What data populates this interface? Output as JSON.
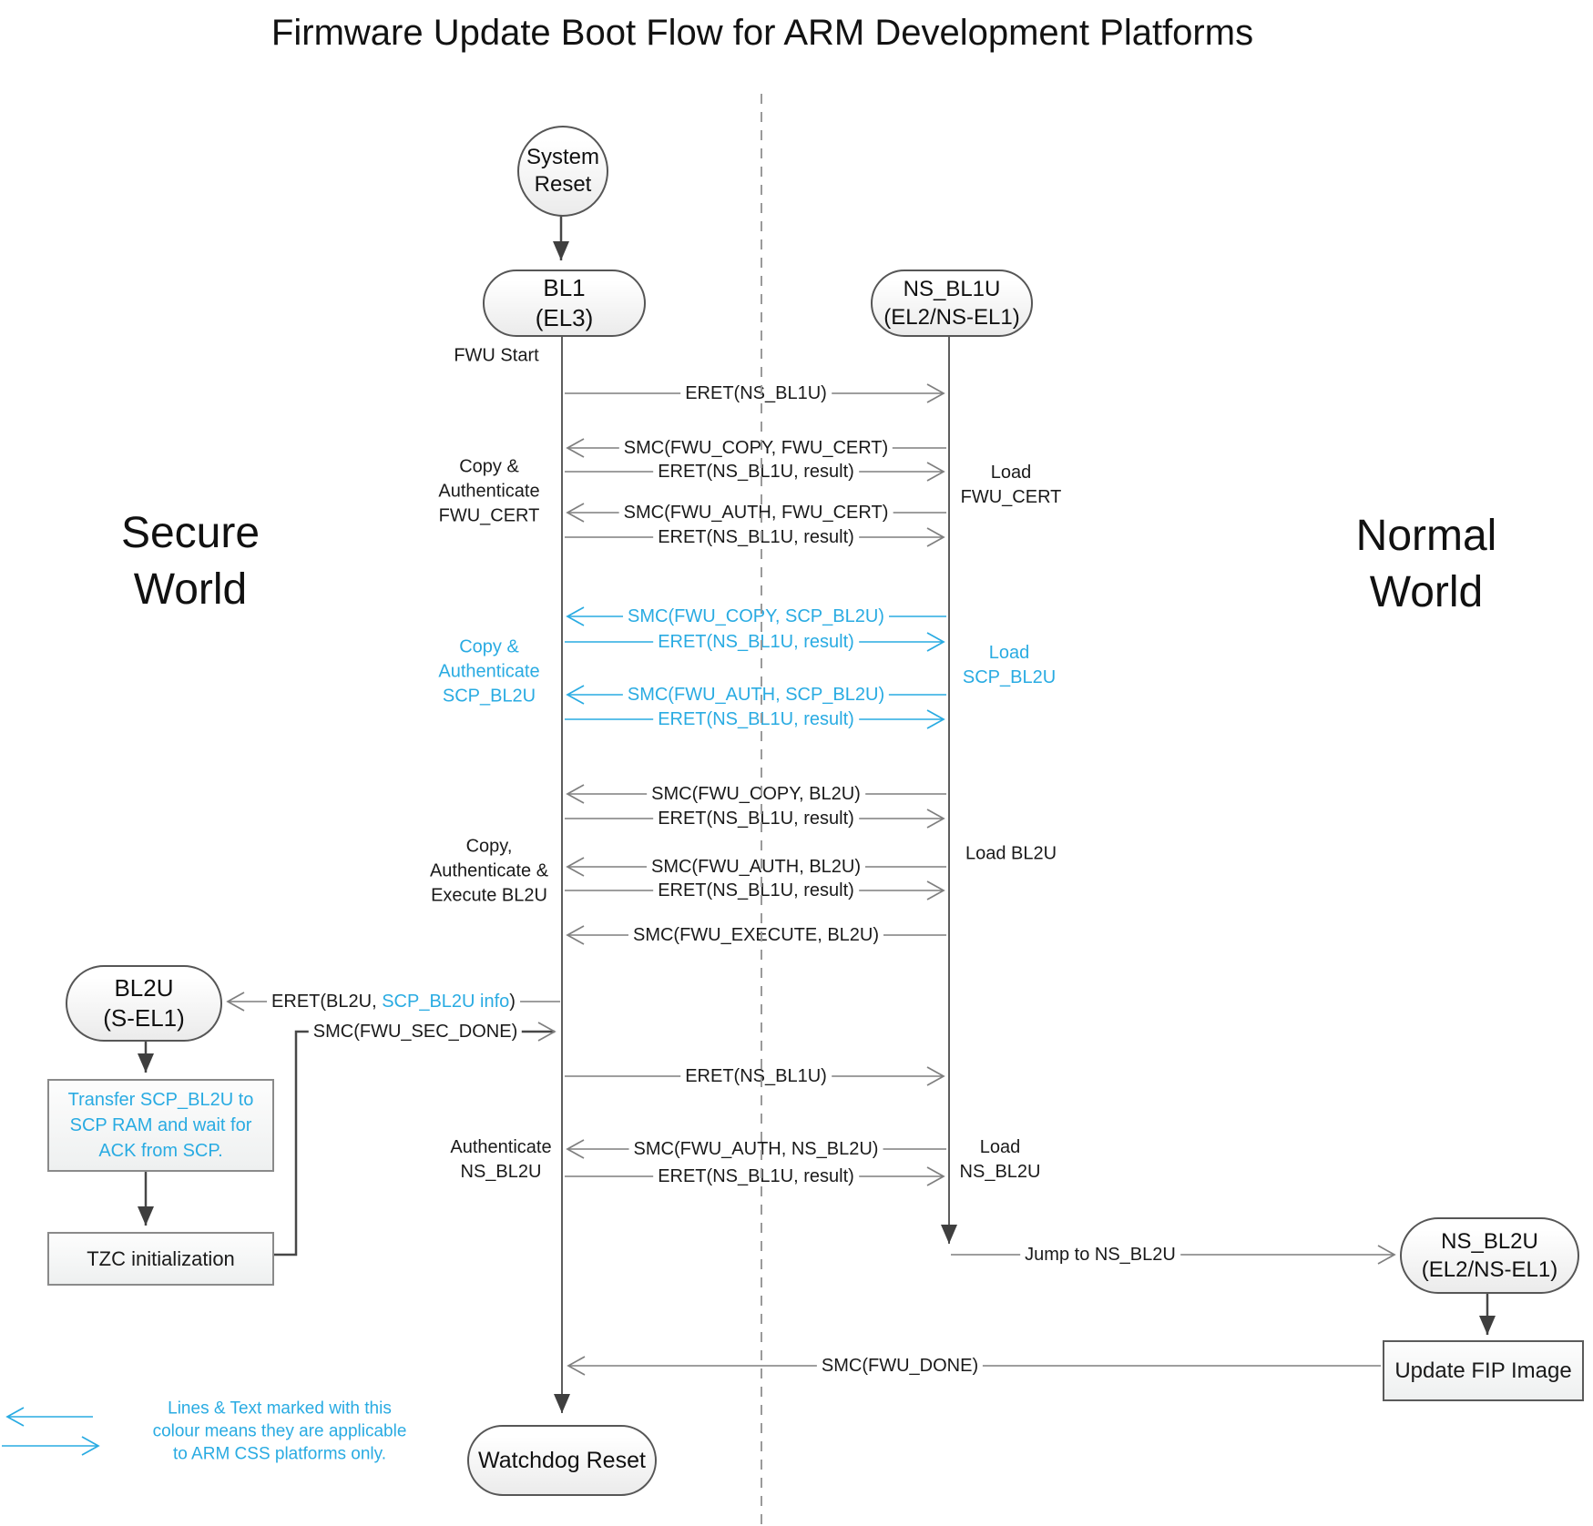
{
  "title": "Firmware Update Boot Flow for ARM Development Platforms",
  "colors": {
    "accent_blue": "#29abe2",
    "line_gray": "#7f7f7f",
    "flow_dark": "#3f3f3f"
  },
  "worlds": {
    "secure": [
      "Secure",
      "World"
    ],
    "normal": [
      "Normal",
      "World"
    ]
  },
  "nodes": {
    "system_reset": [
      "System",
      "Reset"
    ],
    "bl1": [
      "BL1",
      "(EL3)"
    ],
    "ns_bl1u": [
      "NS_BL1U",
      "(EL2/NS-EL1)"
    ],
    "bl2u": [
      "BL2U",
      "(S-EL1)"
    ],
    "ns_bl2u": [
      "NS_BL2U",
      "(EL2/NS-EL1)"
    ],
    "watchdog_reset": "Watchdog Reset",
    "transfer_scp_bl2u": [
      "Transfer SCP_BL2U to",
      "SCP RAM and wait for",
      "ACK from SCP."
    ],
    "tzc_init": "TZC initialization",
    "update_fip": "Update FIP Image"
  },
  "side_labels": {
    "fwu_start": "FWU Start",
    "copy_auth_fwu_cert": [
      "Copy &",
      "Authenticate",
      "FWU_CERT"
    ],
    "copy_auth_scp_bl2u": [
      "Copy &",
      "Authenticate",
      "SCP_BL2U"
    ],
    "copy_auth_exec_bl2u": [
      "Copy,",
      "Authenticate &",
      "Execute BL2U"
    ],
    "auth_ns_bl2u": [
      "Authenticate",
      "NS_BL2U"
    ],
    "load_fwu_cert": [
      "Load",
      "FWU_CERT"
    ],
    "load_scp_bl2u": [
      "Load",
      "SCP_BL2U"
    ],
    "load_bl2u": "Load BL2U",
    "load_ns_bl2u": [
      "Load",
      "NS_BL2U"
    ]
  },
  "messages": [
    {
      "label": "ERET(NS_BL1U)",
      "direction": "right",
      "accent": false
    },
    {
      "label": "SMC(FWU_COPY, FWU_CERT)",
      "direction": "left",
      "accent": false
    },
    {
      "label": "ERET(NS_BL1U, result)",
      "direction": "right",
      "accent": false
    },
    {
      "label": "SMC(FWU_AUTH, FWU_CERT)",
      "direction": "left",
      "accent": false
    },
    {
      "label": "ERET(NS_BL1U, result)",
      "direction": "right",
      "accent": false
    },
    {
      "label": "SMC(FWU_COPY, SCP_BL2U)",
      "direction": "left",
      "accent": true
    },
    {
      "label": "ERET(NS_BL1U, result)",
      "direction": "right",
      "accent": true
    },
    {
      "label": "SMC(FWU_AUTH, SCP_BL2U)",
      "direction": "left",
      "accent": true
    },
    {
      "label": "ERET(NS_BL1U, result)",
      "direction": "right",
      "accent": true
    },
    {
      "label": "SMC(FWU_COPY, BL2U)",
      "direction": "left",
      "accent": false
    },
    {
      "label": "ERET(NS_BL1U, result)",
      "direction": "right",
      "accent": false
    },
    {
      "label": "SMC(FWU_AUTH, BL2U)",
      "direction": "left",
      "accent": false
    },
    {
      "label": "ERET(NS_BL1U, result)",
      "direction": "right",
      "accent": false
    },
    {
      "label": "SMC(FWU_EXECUTE, BL2U)",
      "direction": "left",
      "accent": false
    },
    {
      "label": "ERET(NS_BL1U)",
      "direction": "right",
      "accent": false
    },
    {
      "label": "SMC(FWU_AUTH, NS_BL2U)",
      "direction": "left",
      "accent": false
    },
    {
      "label": "ERET(NS_BL1U, result)",
      "direction": "right",
      "accent": false
    }
  ],
  "flow_labels": {
    "eret_bl2u": {
      "prefix": "ERET(BL2U,",
      "highlight": " SCP_BL2U info",
      "suffix": ")"
    },
    "smc_fwu_sec_done": "SMC(FWU_SEC_DONE)",
    "jump_to_ns_bl2u": "Jump to NS_BL2U",
    "smc_fwu_done": "SMC(FWU_DONE)"
  },
  "legend": {
    "lines": [
      "Lines & Text marked with this",
      "colour means they are applicable",
      "to ARM CSS platforms only."
    ]
  }
}
